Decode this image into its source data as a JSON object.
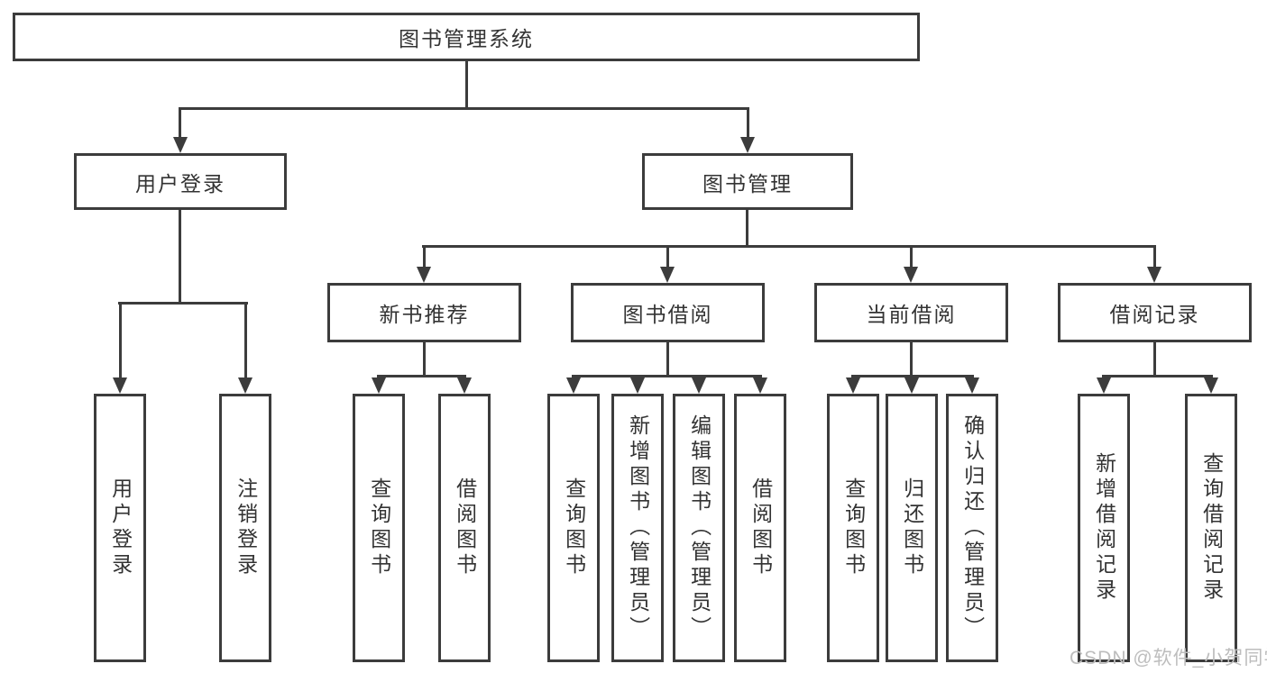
{
  "colors": {
    "line": "#3c3c3c",
    "text": "#333333",
    "watermark": "#bdbdbd",
    "background": "#ffffff"
  },
  "root": {
    "label": "图书管理系统"
  },
  "level2": [
    {
      "label": "用户登录"
    },
    {
      "label": "图书管理"
    }
  ],
  "level3": [
    {
      "label": "新书推荐"
    },
    {
      "label": "图书借阅"
    },
    {
      "label": "当前借阅"
    },
    {
      "label": "借阅记录"
    }
  ],
  "leaves": [
    {
      "label": "用户登录"
    },
    {
      "label": "注销登录"
    },
    {
      "label": "查询图书"
    },
    {
      "label": "借阅图书"
    },
    {
      "label": "查询图书"
    },
    {
      "label": "新增图书（管理员）"
    },
    {
      "label": "编辑图书（管理员）"
    },
    {
      "label": "借阅图书"
    },
    {
      "label": "查询图书"
    },
    {
      "label": "归还图书"
    },
    {
      "label": "确认归还（管理员）"
    },
    {
      "label": "新增借阅记录"
    },
    {
      "label": "查询借阅记录"
    }
  ],
  "watermark": {
    "text": "CSDN @软件_小贺同学"
  }
}
